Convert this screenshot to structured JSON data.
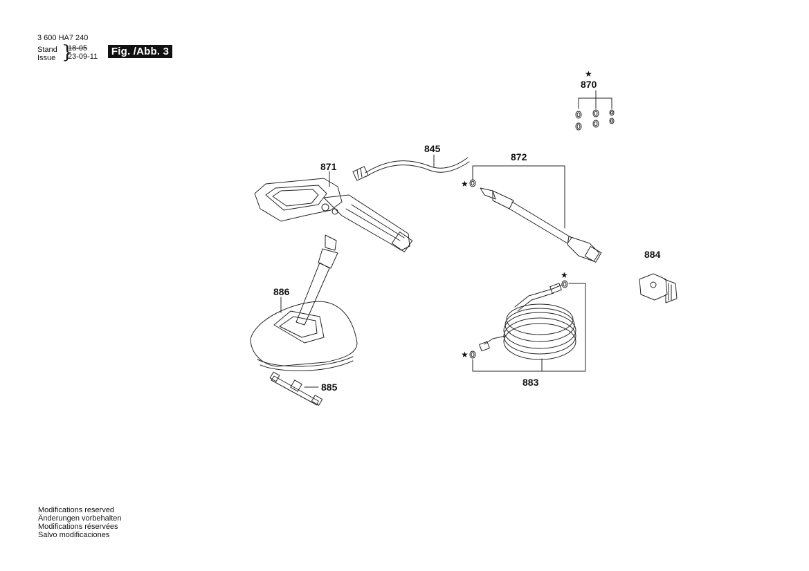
{
  "header": {
    "doc_number": "3 600 HA7 240",
    "stand_label": "Stand",
    "issue_label": "Issue",
    "date_old": "18-05",
    "date_new": "23-09-11",
    "figure_label": "Fig. /Abb. 3"
  },
  "parts": {
    "p870": "870",
    "p845": "845",
    "p871": "871",
    "p872": "872",
    "p884": "884",
    "p886": "886",
    "p885": "885",
    "p883": "883"
  },
  "marks": {
    "star": "★"
  },
  "footer": {
    "line1": "Modifications reserved",
    "line2": "Änderungen vorbehalten",
    "line3": "Modifications réservées",
    "line4": "Salvo modificaciones"
  }
}
